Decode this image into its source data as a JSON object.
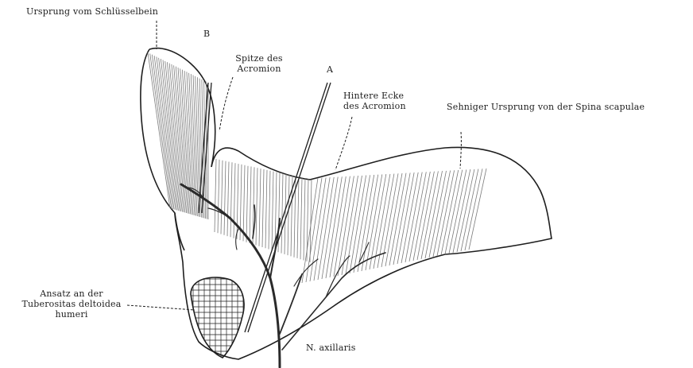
{
  "figure": {
    "labels": {
      "ursprung_schluesselbein": "Ursprung vom Schlüsselbein",
      "marker_b": "B",
      "spitze_acromion_1": "Spitze des",
      "spitze_acromion_2": "Acromion",
      "marker_a": "A",
      "hintere_ecke_1": "Hintere Ecke",
      "hintere_ecke_2": "des Acromion",
      "sehniger_ursprung": "Sehniger Ursprung von der Spina scapulae",
      "ansatz_1": "Ansatz an der",
      "ansatz_2": "Tuberositas deltoidea",
      "ansatz_3": "humeri",
      "nerve": "N. axillaris"
    },
    "colors": {
      "ink": "#1e1e1e",
      "hatch": "#7a7a7a",
      "background": "#ffffff"
    }
  }
}
